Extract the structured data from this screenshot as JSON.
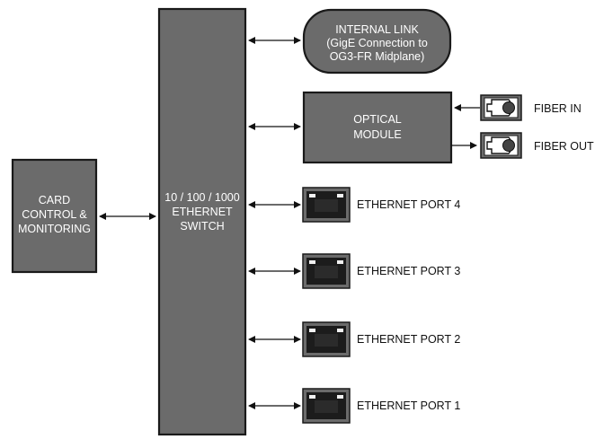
{
  "card_control": {
    "line1": "CARD",
    "line2": "CONTROL &",
    "line3": "MONITORING"
  },
  "switch": {
    "line1": "10 / 100 / 1000",
    "line2": "ETHERNET",
    "line3": "SWITCH"
  },
  "internal_link": {
    "line1": "INTERNAL LINK",
    "line2": "(GigE Connection to",
    "line3": "OG3-FR Midplane)"
  },
  "optical_module": {
    "line1": "OPTICAL",
    "line2": "MODULE"
  },
  "fiber_in": "FIBER IN",
  "fiber_out": "FIBER OUT",
  "ports": [
    {
      "label": "ETHERNET PORT 4"
    },
    {
      "label": "ETHERNET PORT 3"
    },
    {
      "label": "ETHERNET PORT 2"
    },
    {
      "label": "ETHERNET PORT 1"
    }
  ],
  "colors": {
    "box_fill": "#6b6b6b",
    "box_stroke": "#1a1a1a",
    "port_body": "#1c1c1c",
    "port_frame": "#6b6b6b"
  }
}
